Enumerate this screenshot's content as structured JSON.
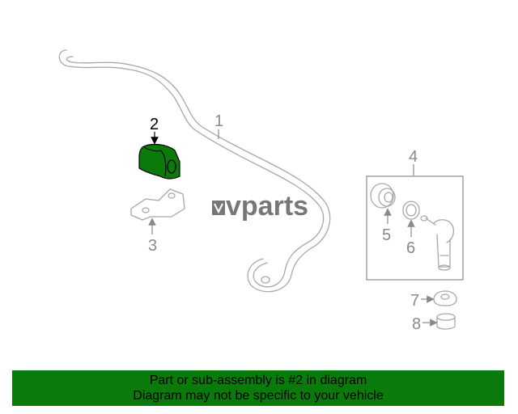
{
  "diagram": {
    "callouts": {
      "p1": "1",
      "p2": "2",
      "p3": "3",
      "p4": "4",
      "p5": "5",
      "p6": "6",
      "p7": "7",
      "p8": "8"
    },
    "highlight_color": "#0a7a0a",
    "logo_text": "vparts"
  },
  "banner": {
    "line1": "Part or sub-assembly is #2 in diagram",
    "line2": "Diagram may not be specific to your vehicle",
    "background": "#0a7a0a"
  }
}
